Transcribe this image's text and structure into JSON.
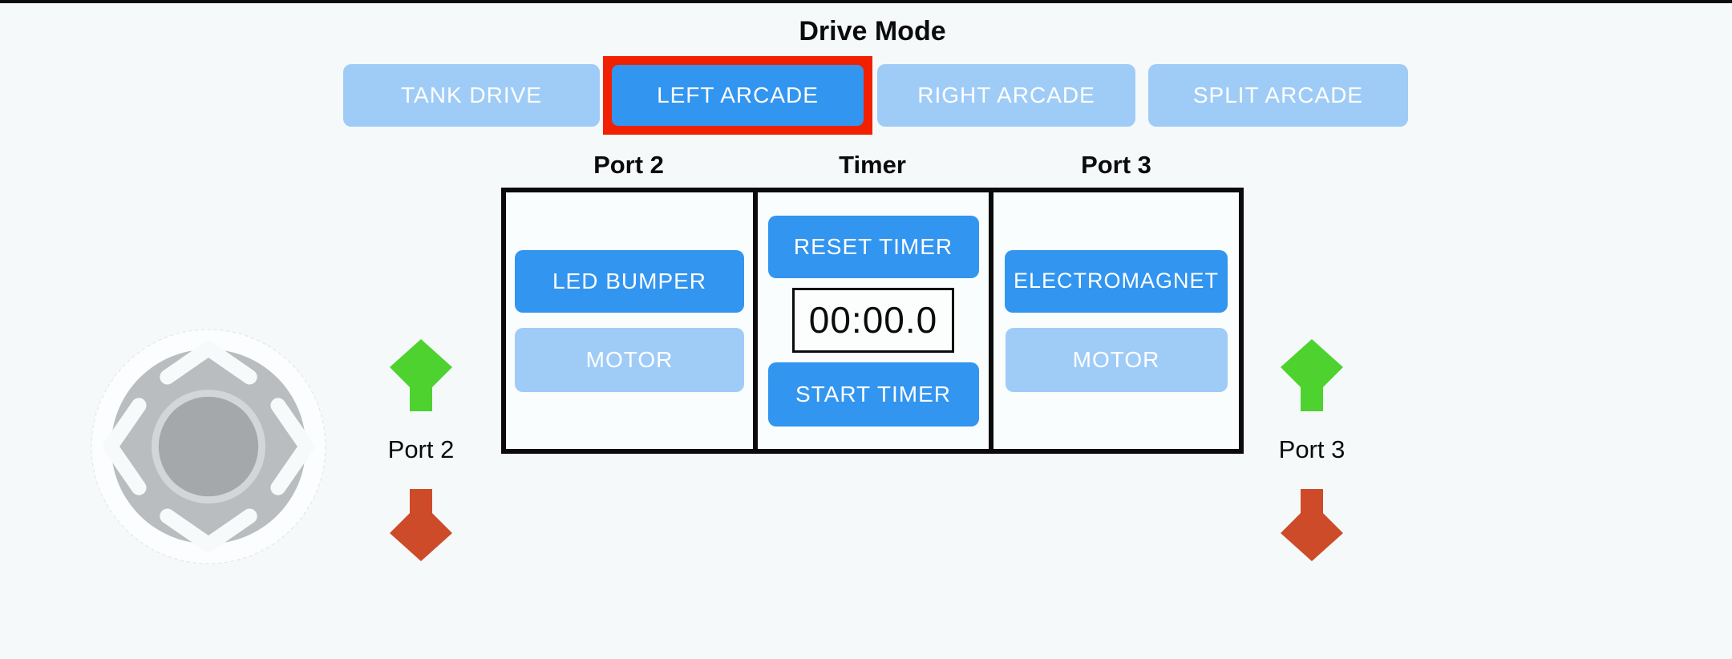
{
  "colors": {
    "background": "#f5f9fa",
    "active_blue": "#3295f0",
    "inactive_blue": "#9fccf7",
    "selected_outline_red": "#f12000",
    "arrow_green": "#4ed22f",
    "arrow_red": "#cd4b29",
    "joystick_gray": "#b9bdbf"
  },
  "header": {
    "title": "Drive Mode"
  },
  "drive_modes": {
    "buttons": [
      {
        "label": "TANK DRIVE",
        "selected": false
      },
      {
        "label": "LEFT ARCADE",
        "selected": true
      },
      {
        "label": "RIGHT ARCADE",
        "selected": false
      },
      {
        "label": "SPLIT ARCADE",
        "selected": false
      }
    ]
  },
  "control_panel": {
    "port2": {
      "header": "Port 2",
      "buttons": [
        {
          "label": "LED BUMPER",
          "state": "active"
        },
        {
          "label": "MOTOR",
          "state": "inactive"
        }
      ]
    },
    "timer": {
      "header": "Timer",
      "reset_button": "RESET TIMER",
      "display": "00:00.0",
      "start_button": "START TIMER"
    },
    "port3": {
      "header": "Port 3",
      "buttons": [
        {
          "label": "ELECTROMAGNET",
          "state": "active"
        },
        {
          "label": "MOTOR",
          "state": "inactive"
        }
      ]
    }
  },
  "port_indicators": {
    "left": {
      "label": "Port 2",
      "up_icon": "green-up-arrow",
      "down_icon": "red-down-arrow"
    },
    "right": {
      "label": "Port 3",
      "up_icon": "green-up-arrow",
      "down_icon": "red-down-arrow"
    }
  },
  "joystick": {
    "chevrons": [
      "up",
      "left",
      "right",
      "down"
    ]
  }
}
